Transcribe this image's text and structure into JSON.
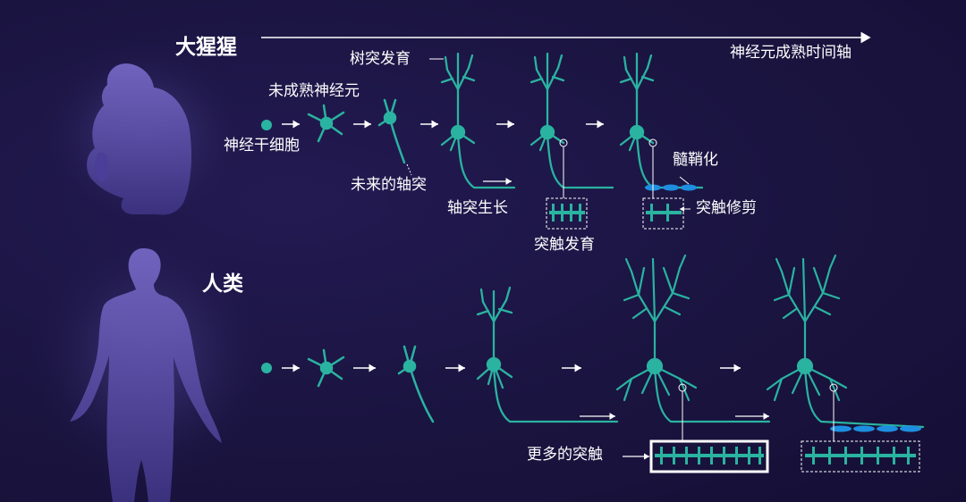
{
  "ape": {
    "title": "大猩猩",
    "timeline_label": "神经元成熟时间轴",
    "labels": {
      "stem_cell": "神经干细胞",
      "immature_neuron": "未成熟神经元",
      "future_axon": "未来的轴突",
      "dendrite_dev": "树突发育",
      "axon_growth": "轴突生长",
      "synapse_dev": "突触发育",
      "myelination": "髓鞘化",
      "synapse_pruning": "突触修剪"
    }
  },
  "human": {
    "title": "人类",
    "labels": {
      "more_synapses": "更多的突触"
    }
  },
  "colors": {
    "background": "#1a1440",
    "neuron": "#2ab3a0",
    "myelin": "#1e8fe0",
    "text": "#ffffff",
    "silhouette": "#5a4fa8"
  }
}
